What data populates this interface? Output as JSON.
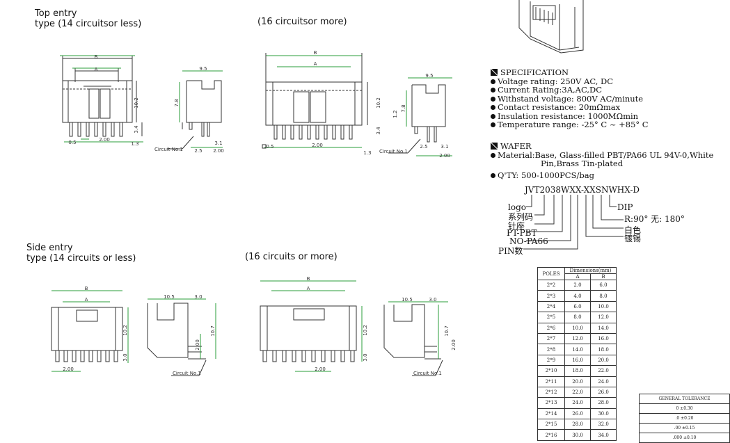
{
  "titles": {
    "top_small": [
      "Top entry",
      "type (14 circuitsor less)"
    ],
    "top_large": "(16 circuitsor more)",
    "side_small": [
      "Side entry",
      "type (14 circuits or less)"
    ],
    "side_large": "(16 circuits or more)"
  },
  "dims": {
    "A": "A",
    "B": "B",
    "d9_5": "9.5",
    "d10_2": "10.2",
    "d7_8": "7.8",
    "d3_4": "3.4",
    "d0_5": "0.5",
    "d2_00": "2.00",
    "d1_3": "1.3",
    "d2_5": "2.5",
    "d3_1": "3.1",
    "d1_2": "1.2",
    "d10_5": "10.5",
    "d3_0": "3.0",
    "d10_7": "10.7",
    "circuit": "Circuit No.1"
  },
  "spec": {
    "heading": "SPECIFICATION",
    "items": [
      "Voltage rating: 250V AC, DC",
      "Current Rating:3A,AC,DC",
      "Withstand voltage: 800V AC/minute",
      "Contact resistance: 20mΩmax",
      "Insulation resistance: 1000MΩmin",
      "Temperature range: -25° C ~ +85° C"
    ]
  },
  "wafer": {
    "heading": "WAFER",
    "material_1": "Material:Base, Glass-filled PBT/PA66 UL 94V-0,White",
    "material_2": "Pin,Brass Tin-plated",
    "qty": "Q'TY: 500-1000PCS/bag"
  },
  "part_number": {
    "code": "JVT2038WXX-XXSNWHX-D",
    "logo": "logo",
    "series": "系列码",
    "pin_seat": "针座",
    "pt_pbt": "PT-PBT",
    "no_pa66": "NO-PA66",
    "pin_count": "PIN数",
    "dip": "DIP",
    "angle": "R:90°  无: 180°",
    "white": "白色",
    "plating": "镀锡"
  },
  "dim_table": {
    "poles_header": "POLES",
    "dims_header": "Dimensions(mm)",
    "col_a": "A",
    "col_b": "B",
    "rows": [
      [
        "2*2",
        "2.0",
        "6.0"
      ],
      [
        "2*3",
        "4.0",
        "8.0"
      ],
      [
        "2*4",
        "6.0",
        "10.0"
      ],
      [
        "2*5",
        "8.0",
        "12.0"
      ],
      [
        "2*6",
        "10.0",
        "14.0"
      ],
      [
        "2*7",
        "12.0",
        "16.0"
      ],
      [
        "2*8",
        "14.0",
        "18.0"
      ],
      [
        "2*9",
        "16.0",
        "20.0"
      ],
      [
        "2*10",
        "18.0",
        "22.0"
      ],
      [
        "2*11",
        "20.0",
        "24.0"
      ],
      [
        "2*12",
        "22.0",
        "26.0"
      ],
      [
        "2*13",
        "24.0",
        "28.0"
      ],
      [
        "2*14",
        "26.0",
        "30.0"
      ],
      [
        "2*15",
        "28.0",
        "32.0"
      ],
      [
        "2*16",
        "30.0",
        "34.0"
      ]
    ]
  },
  "tolerance": {
    "header": "GENERAL TOLERANCE",
    "rows": [
      "0   ±0.30",
      ".0   ±0.20",
      ".00  ±0.15",
      ".000  ±0.10"
    ]
  }
}
